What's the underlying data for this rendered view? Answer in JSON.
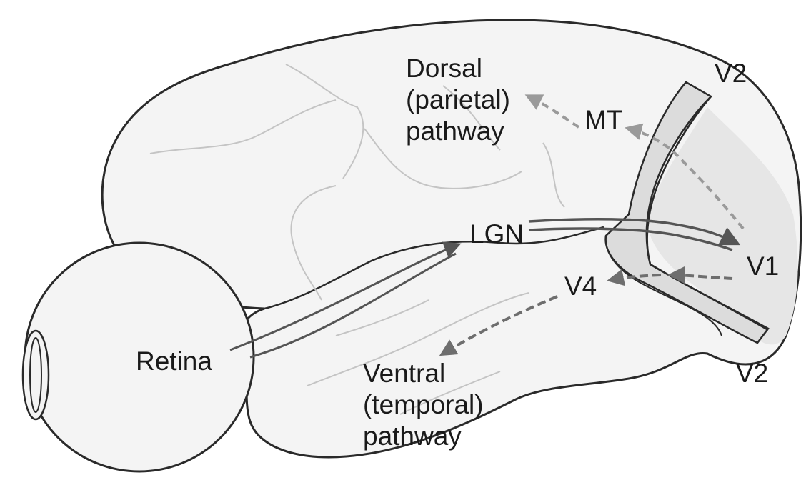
{
  "labels": {
    "dorsal": [
      "Dorsal",
      "(parietal)",
      "pathway"
    ],
    "v2_top": "V2",
    "mt": "MT",
    "lgn": "LGN",
    "v1": "V1",
    "v4": "V4",
    "retina": "Retina",
    "ventral": [
      "Ventral",
      "(temporal)",
      "pathway"
    ],
    "v2_bottom": "V2"
  },
  "colors": {
    "outline": "#2a2a2a",
    "brain_fill": "#f4f4f4",
    "v2_band": "#dcdcdc",
    "v1_region": "#e6e6e6",
    "main_arrow": "#555555",
    "dorsal_arrow": "#9a9a9a",
    "ventral_arrow": "#6e6e6e",
    "sulci": "#c4c4c4"
  }
}
